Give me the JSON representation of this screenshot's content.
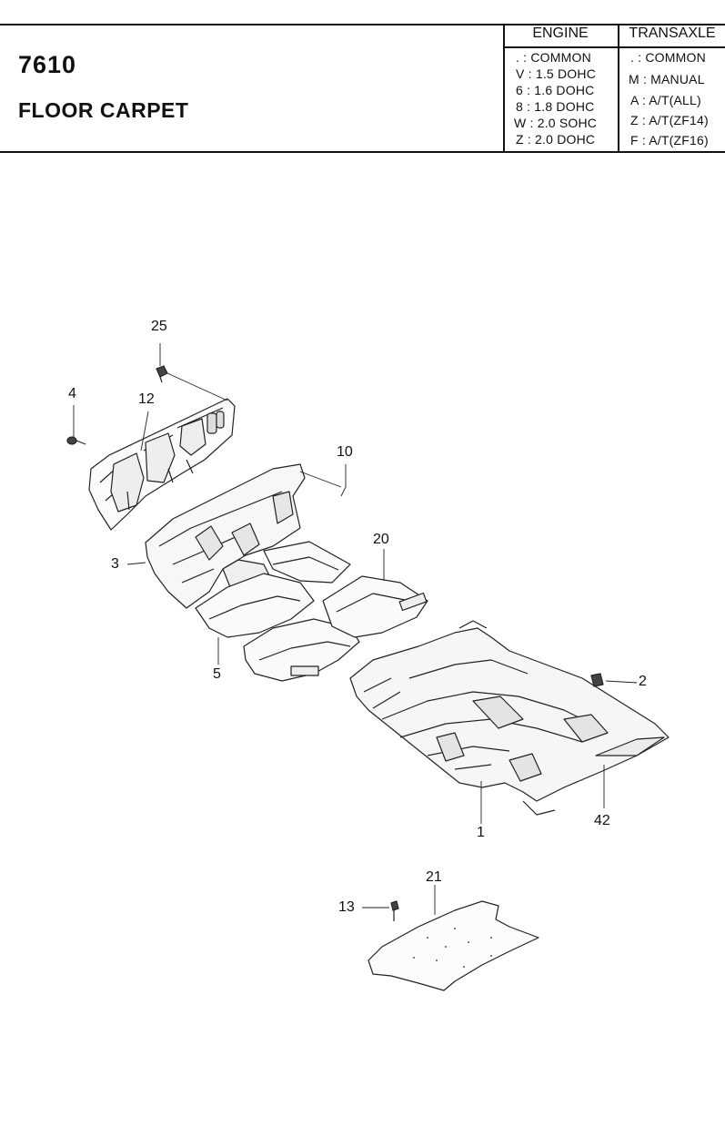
{
  "header": {
    "part_number": "7610",
    "part_name": "FLOOR CARPET"
  },
  "code_table": {
    "engine_title": "ENGINE",
    "transaxle_title": "TRANSAXLE",
    "engine_codes": [
      {
        "code": ".",
        "desc": "COMMON"
      },
      {
        "code": "V",
        "desc": "1.5 DOHC"
      },
      {
        "code": "6",
        "desc": "1.6 DOHC"
      },
      {
        "code": "8",
        "desc": "1.8 DOHC"
      },
      {
        "code": "W",
        "desc": "2.0 SOHC"
      },
      {
        "code": "Z",
        "desc": "2.0 DOHC"
      }
    ],
    "transaxle_codes": [
      {
        "code": ".",
        "desc": "COMMON"
      },
      {
        "code": "M",
        "desc": "MANUAL"
      },
      {
        "code": "A",
        "desc": "A/T(ALL)"
      },
      {
        "code": "Z",
        "desc": "A/T(ZF14)"
      },
      {
        "code": "F",
        "desc": "A/T(ZF16)"
      }
    ]
  },
  "callouts": {
    "c25": "25",
    "c4": "4",
    "c12": "12",
    "c10": "10",
    "c20": "20",
    "c3": "3",
    "c5": "5",
    "c2": "2",
    "c1": "1",
    "c42": "42",
    "c21": "21",
    "c13": "13"
  }
}
